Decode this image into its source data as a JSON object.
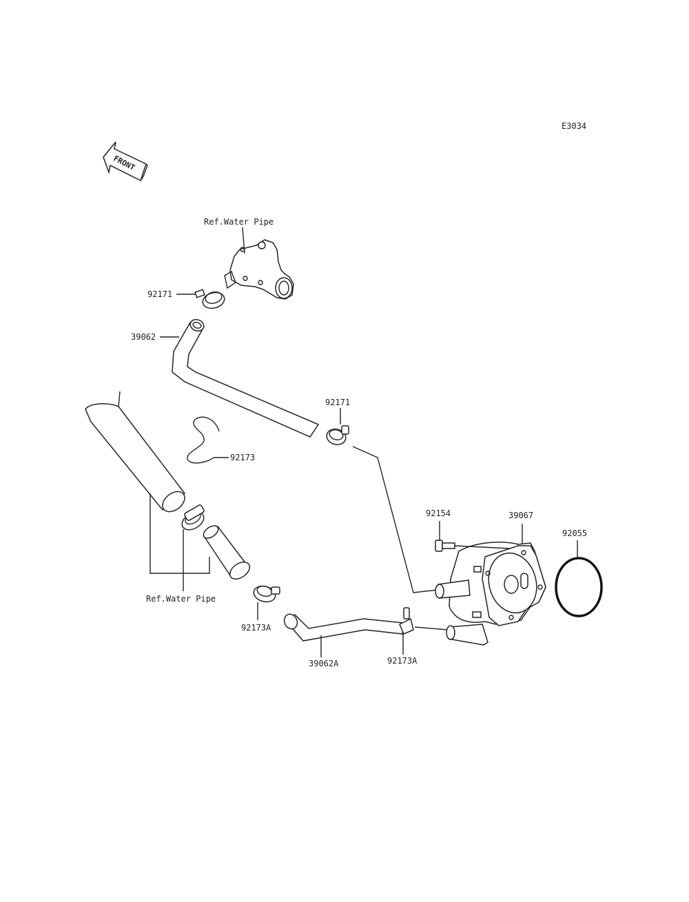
{
  "diagram_code": "E3034",
  "front_label": "FRONT",
  "labels": {
    "ref_water_pipe_top": "Ref.Water Pipe",
    "ref_water_pipe_bottom": "Ref.Water Pipe",
    "clamp_92171_upper": "92171",
    "hose_39062": "39062",
    "clamp_92171_lower": "92171",
    "wire_clip_92173": "92173",
    "bolt_92154": "92154",
    "cooler_39067": "39067",
    "oring_92055": "92055",
    "clamp_92173A_left": "92173A",
    "hose_39062A": "39062A",
    "clamp_92173A_right": "92173A"
  }
}
